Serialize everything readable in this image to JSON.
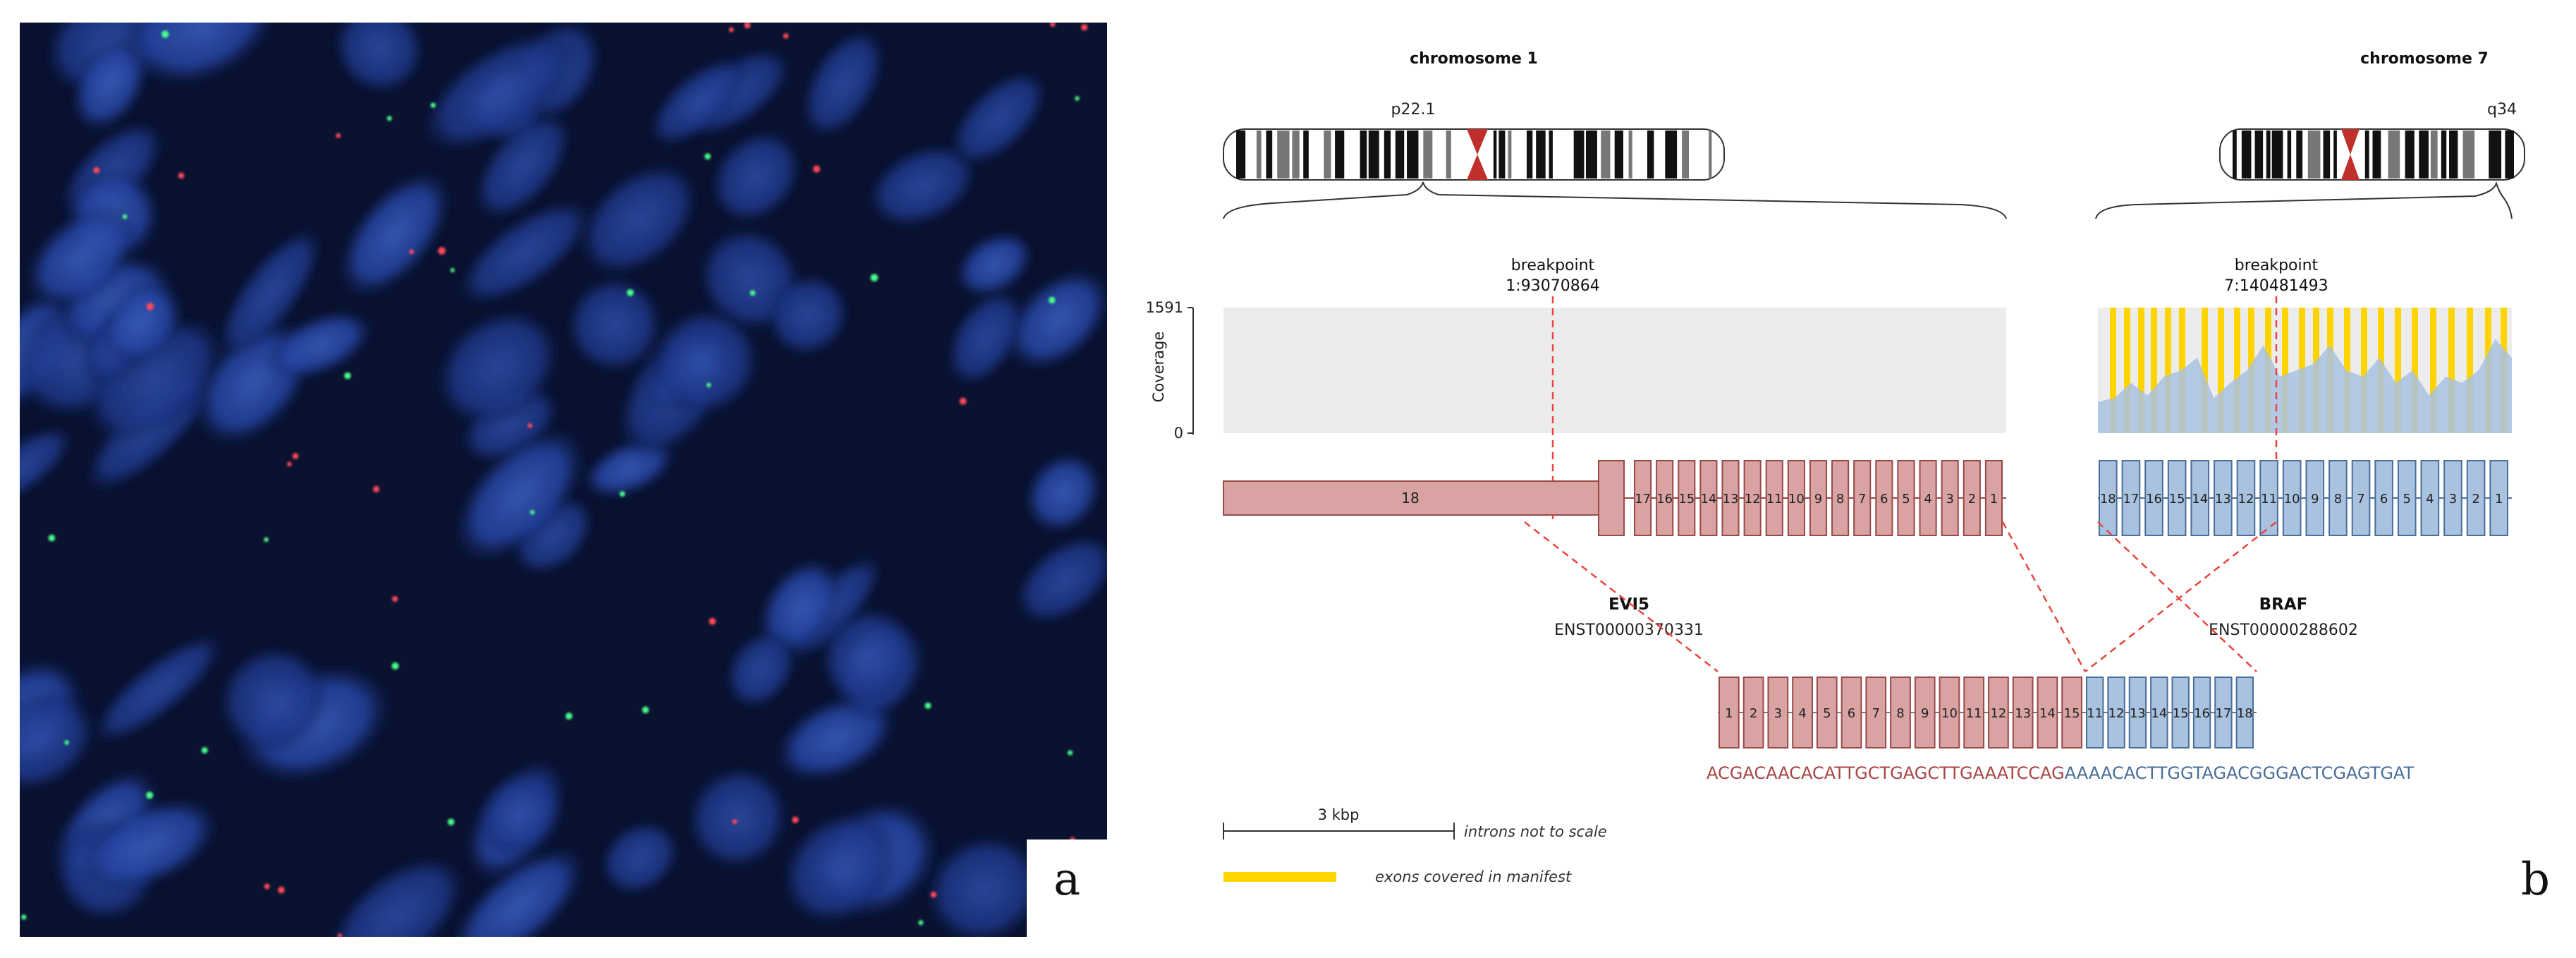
{
  "panel_a": {
    "figure_label": "a"
  },
  "panel_b": {
    "figure_label": "b",
    "chromosome_left": {
      "title": "chromosome 1",
      "band": "p22.1"
    },
    "chromosome_right": {
      "title": "chromosome 7",
      "band": "q34"
    },
    "breakpoint_left": {
      "label": "breakpoint",
      "position": "1:93070864"
    },
    "breakpoint_right": {
      "label": "breakpoint",
      "position": "7:140481493"
    },
    "coverage": {
      "axis_label": "Coverage",
      "max_tick": "1591",
      "min_tick": "0"
    },
    "gene_left": {
      "name": "EVI5",
      "transcript": "ENST00000370331",
      "exons": [
        "18",
        "17",
        "16",
        "15",
        "14",
        "13",
        "12",
        "11",
        "10",
        "9",
        "8",
        "7",
        "6",
        "5",
        "4",
        "3",
        "2",
        "1"
      ]
    },
    "gene_right": {
      "name": "BRAF",
      "transcript": "ENST00000288602",
      "exons": [
        "18",
        "17",
        "16",
        "15",
        "14",
        "13",
        "12",
        "11",
        "10",
        "9",
        "8",
        "7",
        "6",
        "5",
        "4",
        "3",
        "2",
        "1"
      ]
    },
    "fusion_left_exons": [
      "1",
      "2",
      "3",
      "4",
      "5",
      "6",
      "7",
      "8",
      "9",
      "10",
      "11",
      "12",
      "13",
      "14",
      "15"
    ],
    "fusion_right_exons": [
      "11",
      "12",
      "13",
      "14",
      "15",
      "16",
      "17",
      "18"
    ],
    "fusion_sequence_left": "ACGACAACACATTGCTGAGCTTGAAATCCAG",
    "fusion_sequence_right": "AAAACACTTGGTAGACGGGACTCGAGTGAT",
    "scale_bar": {
      "label": "3 kbp",
      "note": "introns not to scale"
    },
    "legend": {
      "label": "exons covered in manifest",
      "color": "#ffd400"
    },
    "colors": {
      "evi5": "#d9a3a3",
      "evi5_stroke": "#9a4848",
      "braf": "#a9c2e0",
      "braf_stroke": "#4a6e9a",
      "coverage_bg": "#ececec",
      "coverage_fill": "#a9c2e0",
      "manifest": "#ffd400",
      "breakpoint_line": "#e8453c"
    }
  }
}
